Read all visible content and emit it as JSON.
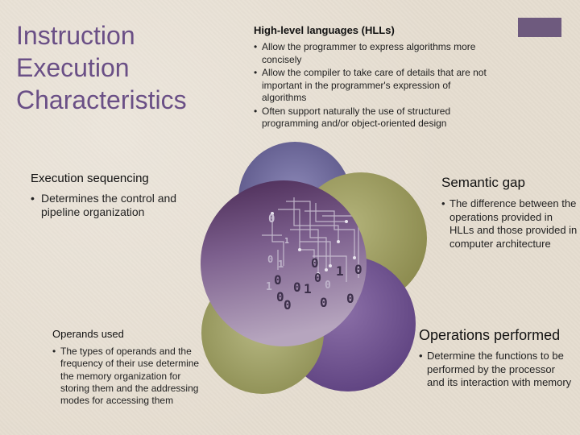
{
  "slide": {
    "title": "Instruction Execution Characteristics"
  },
  "hll": {
    "heading": "High-level languages (HLLs)",
    "bullets": [
      "Allow the programmer to express algorithms more concisely",
      "Allow the compiler to take care of details that are not important in the programmer's expression of algorithms",
      "Often support naturally the use of structured programming and/or object-oriented design"
    ]
  },
  "execution_sequencing": {
    "heading": "Execution sequencing",
    "bullets": [
      "Determines the control and pipeline organization"
    ]
  },
  "semantic_gap": {
    "heading": "Semantic gap",
    "bullets": [
      "The difference between the operations provided in HLLs and those provided in computer architecture"
    ]
  },
  "operands_used": {
    "heading": "Operands used",
    "bullets": [
      "The types of operands and the frequency of their use determine the memory organization for storing them and the addressing modes for accessing them"
    ]
  },
  "operations_performed": {
    "heading": "Operations performed",
    "bullets": [
      "Determine the functions to be performed by the processor and its interaction with memory"
    ]
  },
  "circuit_image": {
    "digits": [
      "0",
      "1",
      "0",
      "1",
      "0",
      "0",
      "1",
      "0",
      "0",
      "0",
      "1",
      "0",
      "1",
      "0",
      "0",
      "0",
      "1",
      "0"
    ]
  },
  "colors": {
    "title": "#6a4f86",
    "circle_top": "#6a6596",
    "circle_right": "#9b9a5e",
    "circle_bottom_right": "#6b4d8b",
    "circle_bottom_left": "#9c9d63",
    "circle_left": "#9a86a6",
    "accent_box": "#6e5a7e"
  }
}
